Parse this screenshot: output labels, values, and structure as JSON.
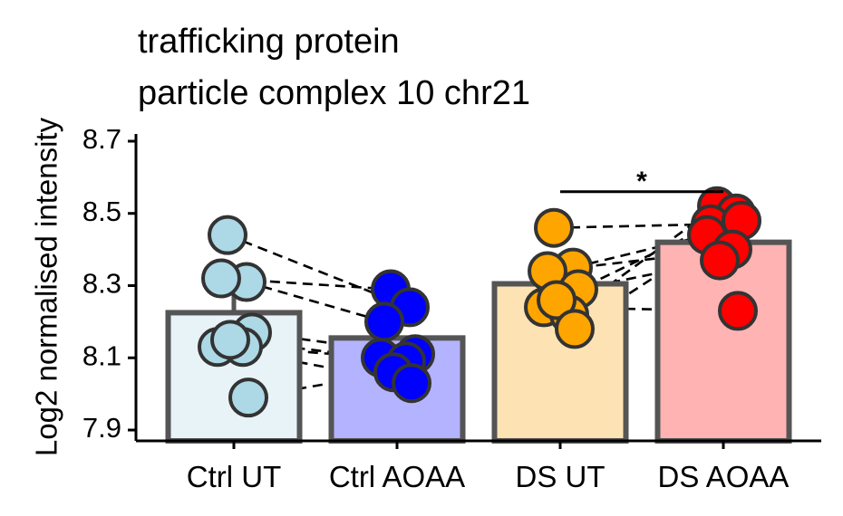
{
  "chart_data": {
    "type": "bar",
    "title_lines": [
      "trafficking protein",
      "particle complex 10 chr21"
    ],
    "xlabel": "",
    "ylabel": "Log2 normalised intensity",
    "ylim": [
      7.87,
      8.72
    ],
    "yticks": [
      "7.9",
      "8.1",
      "8.3",
      "8.5",
      "8.7"
    ],
    "grid": false,
    "legend": "none",
    "categories": [
      "Ctrl UT",
      "Ctrl AOAA",
      "DS UT",
      "DS AOAA"
    ],
    "values": [
      8.225,
      8.155,
      8.305,
      8.42
    ],
    "errors": [
      0.06,
      0.03,
      0.045,
      0.035
    ],
    "bar_fill_colors": [
      "#e8f3f8",
      "#b3b3ff",
      "#fde3b3",
      "#ffb3b3"
    ],
    "point_colors": [
      "#add8e6",
      "#0000ff",
      "#ffa500",
      "#ff0000"
    ],
    "points": [
      [
        8.44,
        8.31,
        8.32,
        8.17,
        8.13,
        8.13,
        8.15,
        7.99
      ],
      [
        8.29,
        8.24,
        8.2,
        8.11,
        8.1,
        8.09,
        8.06,
        8.03
      ],
      [
        8.46,
        8.35,
        8.34,
        8.29,
        8.24,
        8.22,
        8.26,
        8.18
      ],
      [
        8.52,
        8.5,
        8.47,
        8.48,
        8.44,
        8.4,
        8.37,
        8.23
      ]
    ],
    "pairs": [
      {
        "from": 0,
        "to": 1,
        "pairs": [
          [
            0,
            1
          ],
          [
            1,
            2
          ],
          [
            2,
            0
          ],
          [
            3,
            3
          ],
          [
            4,
            7
          ],
          [
            5,
            4
          ],
          [
            6,
            5
          ],
          [
            7,
            6
          ]
        ]
      },
      {
        "from": 2,
        "to": 3,
        "pairs": [
          [
            0,
            2
          ],
          [
            1,
            4
          ],
          [
            2,
            5
          ],
          [
            3,
            6
          ],
          [
            4,
            7
          ],
          [
            5,
            0
          ],
          [
            6,
            1
          ],
          [
            7,
            3
          ]
        ]
      }
    ],
    "significance": [
      {
        "from": 2,
        "to": 3,
        "y": 8.56,
        "label": "*"
      }
    ]
  }
}
